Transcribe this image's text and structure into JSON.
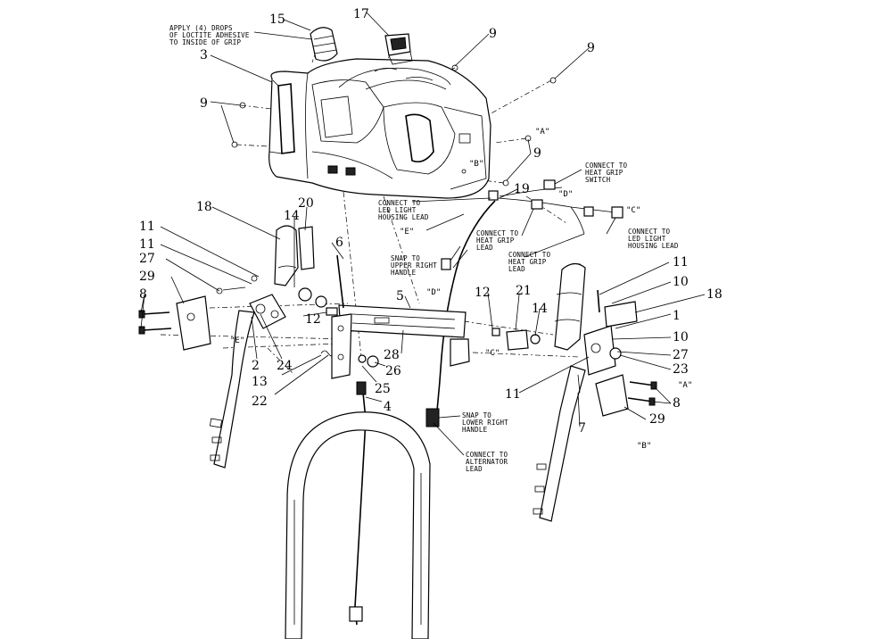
{
  "callouts": [
    {
      "id": "c15",
      "text": "15"
    },
    {
      "id": "c17",
      "text": "17"
    },
    {
      "id": "c9a",
      "text": "9"
    },
    {
      "id": "c9b",
      "text": "9"
    },
    {
      "id": "c9c",
      "text": "9"
    },
    {
      "id": "c9d",
      "text": "9"
    },
    {
      "id": "c3",
      "text": "3"
    },
    {
      "id": "c19",
      "text": "19"
    },
    {
      "id": "c20",
      "text": "20"
    },
    {
      "id": "c18a",
      "text": "18"
    },
    {
      "id": "c14a",
      "text": "14"
    },
    {
      "id": "c11a",
      "text": "11"
    },
    {
      "id": "c11b",
      "text": "11"
    },
    {
      "id": "c27a",
      "text": "27"
    },
    {
      "id": "c29a",
      "text": "29"
    },
    {
      "id": "c8a",
      "text": "8"
    },
    {
      "id": "c6",
      "text": "6"
    },
    {
      "id": "c12a",
      "text": "12"
    },
    {
      "id": "c2",
      "text": "2"
    },
    {
      "id": "c24",
      "text": "24"
    },
    {
      "id": "c13",
      "text": "13"
    },
    {
      "id": "c22",
      "text": "22"
    },
    {
      "id": "c25",
      "text": "25"
    },
    {
      "id": "c26",
      "text": "26"
    },
    {
      "id": "c28",
      "text": "28"
    },
    {
      "id": "c5",
      "text": "5"
    },
    {
      "id": "c4",
      "text": "4"
    },
    {
      "id": "c12b",
      "text": "12"
    },
    {
      "id": "c21",
      "text": "21"
    },
    {
      "id": "c14b",
      "text": "14"
    },
    {
      "id": "c11c",
      "text": "11"
    },
    {
      "id": "c10a",
      "text": "10"
    },
    {
      "id": "c18b",
      "text": "18"
    },
    {
      "id": "c1",
      "text": "1"
    },
    {
      "id": "c10b",
      "text": "10"
    },
    {
      "id": "c27b",
      "text": "27"
    },
    {
      "id": "c23",
      "text": "23"
    },
    {
      "id": "c11d",
      "text": "11"
    },
    {
      "id": "c8b",
      "text": "8"
    },
    {
      "id": "c7",
      "text": "7"
    },
    {
      "id": "c29b",
      "text": "29"
    }
  ],
  "refs": {
    "A1": "\"A\"",
    "B1": "\"B\"",
    "D1": "\"D\"",
    "C1": "\"C\"",
    "E1": "\"E\"",
    "D2": "\"D\"",
    "E2": "\"E\"",
    "C2": "\"C\"",
    "A2": "\"A\"",
    "B2": "\"B\""
  },
  "notes": {
    "loctite": [
      "APPLY (4) DROPS",
      "OF LOCTITE ADHESIVE",
      "TO INSIDE OF GRIP"
    ],
    "heat_switch": [
      "CONNECT TO",
      "HEAT GRIP",
      "SWITCH"
    ],
    "led_left": [
      "CONNECT TO",
      "LED LIGHT",
      "HOUSING LEAD"
    ],
    "led_right": [
      "CONNECT TO",
      "LED LIGHT",
      "HOUSING LEAD"
    ],
    "heat_lead_a": [
      "CONNECT TO",
      "HEAT GRIP",
      "LEAD"
    ],
    "heat_lead_b": [
      "CONNECT TO",
      "HEAT GRIP",
      "LEAD"
    ],
    "snap_upper": [
      "SNAP TO",
      "UPPER RIGHT",
      "HANDLE"
    ],
    "snap_lower": [
      "SNAP TO",
      "LOWER RIGHT",
      "HANDLE"
    ],
    "alternator": [
      "CONNECT TO",
      "ALTERNATOR",
      "LEAD"
    ]
  }
}
